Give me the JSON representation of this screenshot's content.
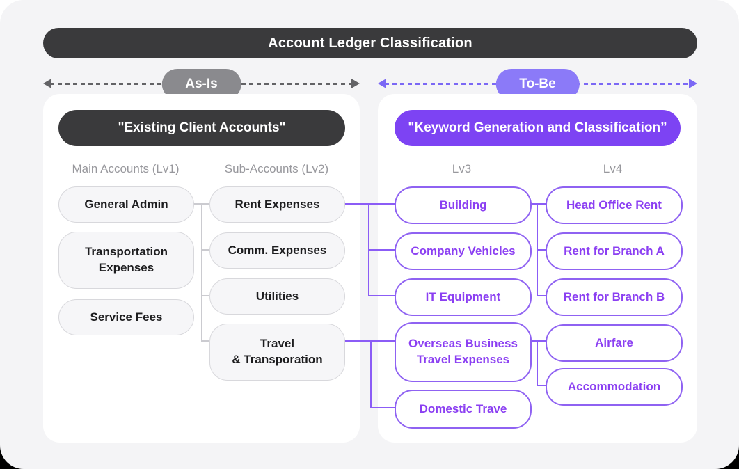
{
  "title": "Account Ledger Classification",
  "asis": {
    "label": "As-Is",
    "header": "\"Existing Client Accounts\"",
    "columns": {
      "lv1": "Main Accounts (Lv1)",
      "lv2": "Sub-Accounts (Lv2)"
    },
    "lv1": [
      "General Admin",
      "Transportation\nExpenses",
      "Service Fees"
    ],
    "lv2": [
      "Rent Expenses",
      "Comm. Expenses",
      "Utilities",
      "Travel\n& Transporation"
    ]
  },
  "tobe": {
    "label": "To-Be",
    "header": "\"Keyword Generation and Classification”",
    "columns": {
      "lv3": "Lv3",
      "lv4": "Lv4"
    },
    "lv3": [
      "Building",
      "Company Vehicles",
      "IT Equipment",
      "Overseas Business\nTravel Expenses",
      "Domestic Trave"
    ],
    "lv4": [
      "Head Office Rent",
      "Rent for Branch A",
      "Rent for Branch B",
      "Airfare",
      "Accommodation"
    ]
  },
  "colors": {
    "card_bg": "#f4f4f6",
    "panel_bg": "#ffffff",
    "dark_pill": "#3a3a3c",
    "asis_pill": "#8a8a8e",
    "asis_dash": "#636366",
    "tobe_pill": "#8b7af8",
    "tobe_dash": "#7b68f5",
    "purple_header": "#7d43f3",
    "purple_border": "#8f62f2",
    "purple_text": "#8b3ff2",
    "purple_connector": "#8b5cf6",
    "gray_connector": "#cbcbd0",
    "gray_node_bg": "#f6f6f8",
    "gray_node_border": "#d8d8dc",
    "node_text": "#1d1d1f",
    "col_label_text": "#98989d"
  }
}
